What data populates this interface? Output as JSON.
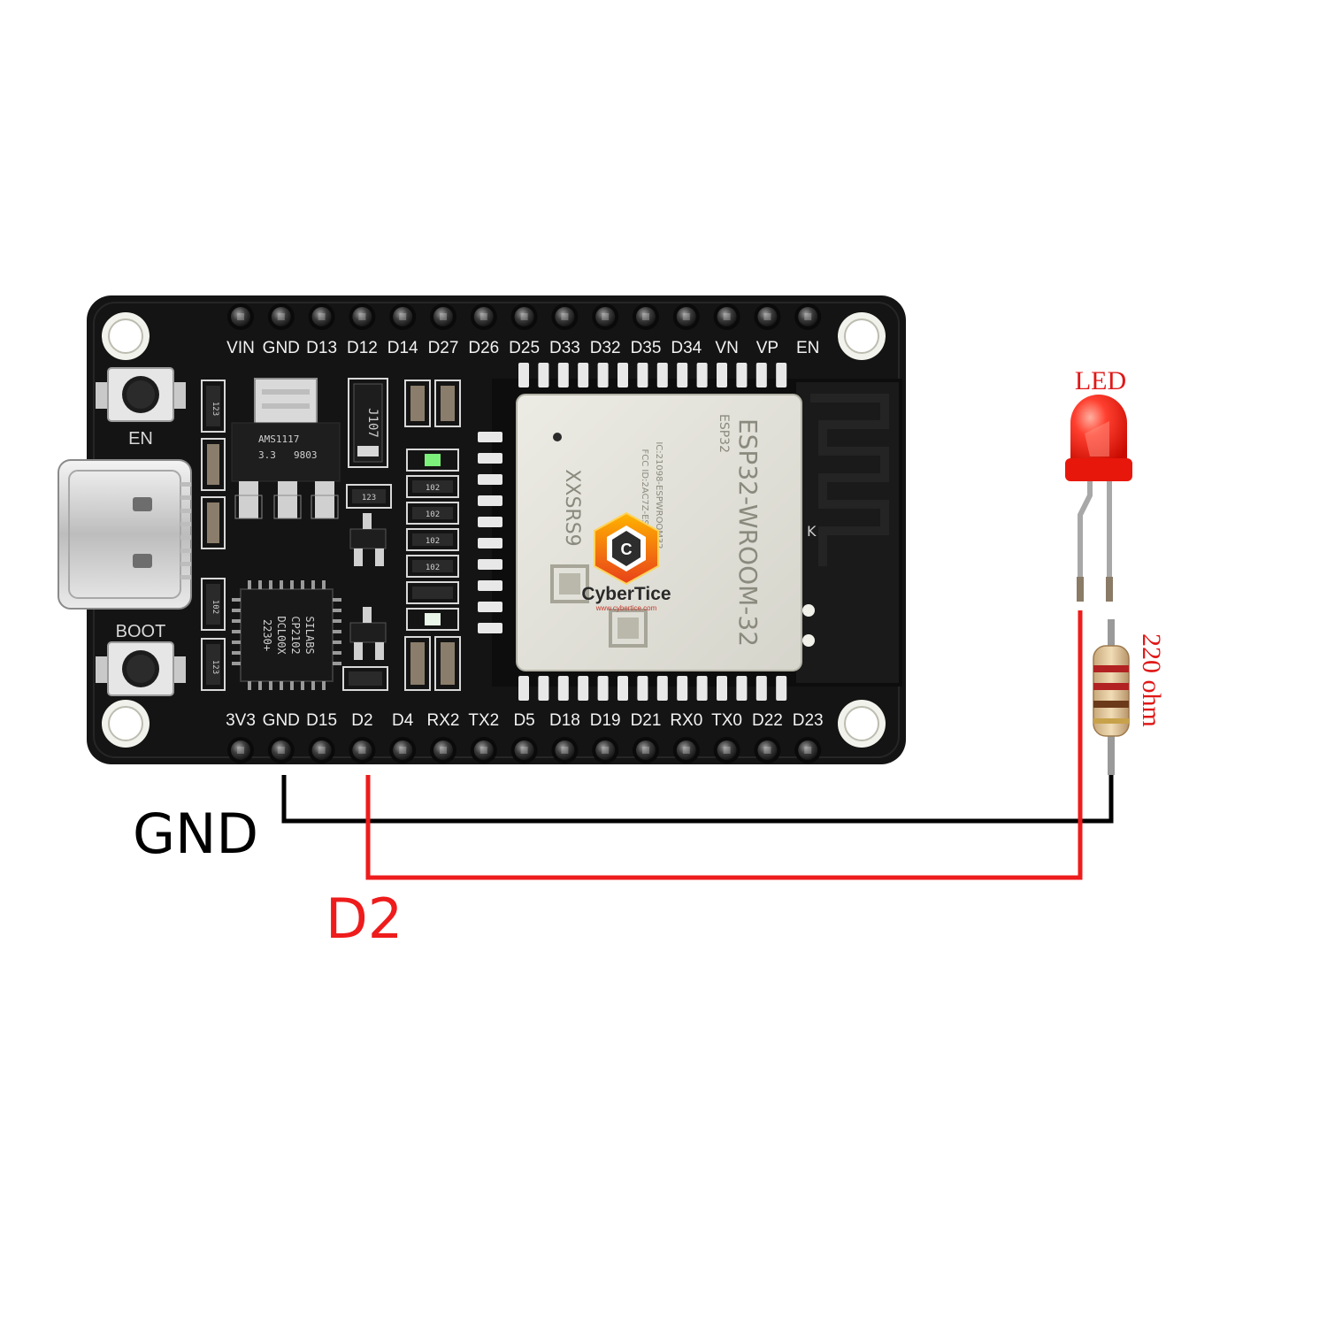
{
  "board": {
    "top_pins": [
      "VIN",
      "GND",
      "D13",
      "D12",
      "D14",
      "D27",
      "D26",
      "D25",
      "D33",
      "D32",
      "D35",
      "D34",
      "VN",
      "VP",
      "EN"
    ],
    "bottom_pins": [
      "3V3",
      "GND",
      "D15",
      "D2",
      "D4",
      "RX2",
      "TX2",
      "D5",
      "D18",
      "D19",
      "D21",
      "RX0",
      "TX0",
      "D22",
      "D23"
    ],
    "buttons": {
      "en": "EN",
      "boot": "BOOT"
    },
    "regulator_text": [
      "AMS1117",
      "3.3",
      "9803"
    ],
    "diode_text": "J107",
    "usb_chip_text": [
      "SILABS",
      "CP2102",
      "DCL00X",
      "2230+"
    ],
    "resistor_codes": [
      "123",
      "102",
      "123",
      "102",
      "102",
      "102",
      "102",
      "123"
    ],
    "module": {
      "name": "ESP32-WROOM-32",
      "code": "XXSRS9",
      "line1": "ESP32",
      "fcc": "FCC ID:2AC7Z-ESP32",
      "ic": "IC:21098-ESPWROOM32",
      "k": "K"
    },
    "logo": {
      "name": "CyberTice",
      "url": "www.cybertice.com",
      "letter": "C"
    }
  },
  "wiring": {
    "gnd_label": "GND",
    "d2_label": "D2",
    "gnd_color": "#000000",
    "d2_color": "#ee1c1c"
  },
  "components": {
    "led_label": "LED",
    "resistor_label": "220 ohm",
    "led_color": "#ff2a1a"
  }
}
